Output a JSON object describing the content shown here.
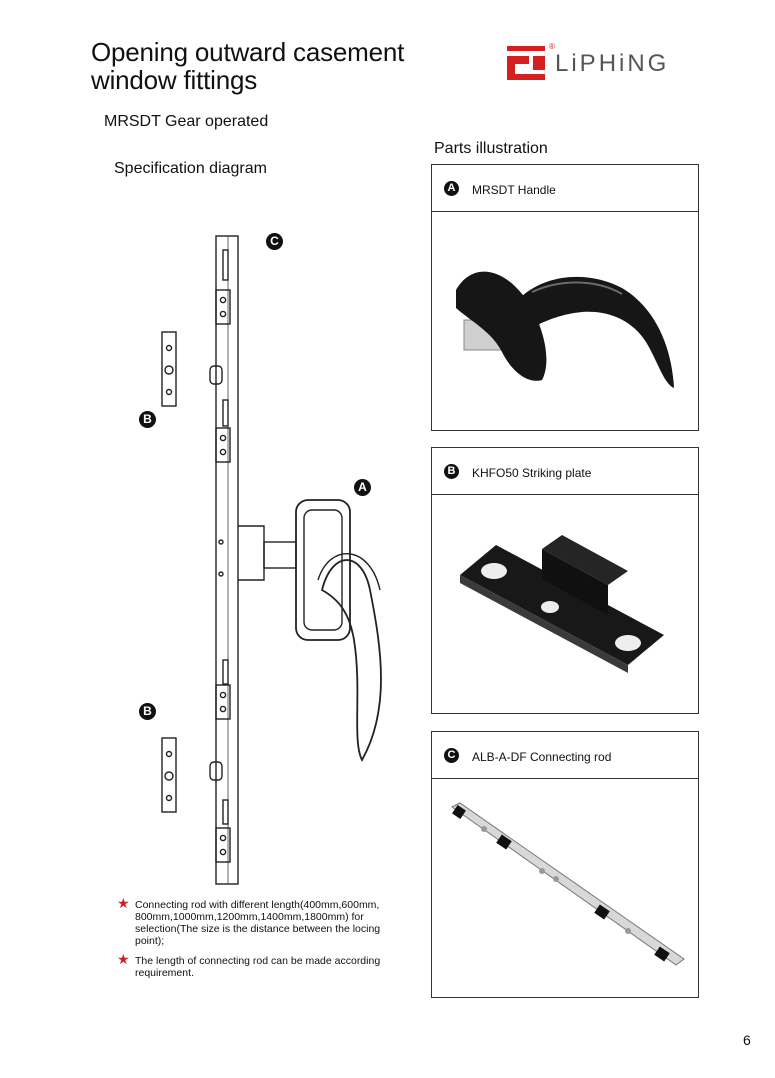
{
  "header": {
    "title_line1": "Opening outward casement",
    "title_line2": "window fittings",
    "logo_text": "LiPHiNG",
    "logo_reg": "®"
  },
  "subtitle": "MRSDT Gear operated",
  "spec_label": "Specification diagram",
  "parts_label": "Parts illustration",
  "diagram_badges": {
    "a": "A",
    "b": "B",
    "c": "C"
  },
  "parts": [
    {
      "badge": "A",
      "label": "MRSDT Handle"
    },
    {
      "badge": "B",
      "label": "KHFO50 Striking plate"
    },
    {
      "badge": "C",
      "label": "ALB-A-DF Connecting  rod"
    }
  ],
  "notes": [
    "Connecting rod with different length(400mm,600mm, 800mm,1000mm,1200mm,1400mm,1800mm) for selection(The size is the distance between the locing point);",
    "The length of connecting rod can be made according requirement."
  ],
  "page_number": "6",
  "colors": {
    "logo_red": "#d42020",
    "logo_gray": "#555555"
  }
}
